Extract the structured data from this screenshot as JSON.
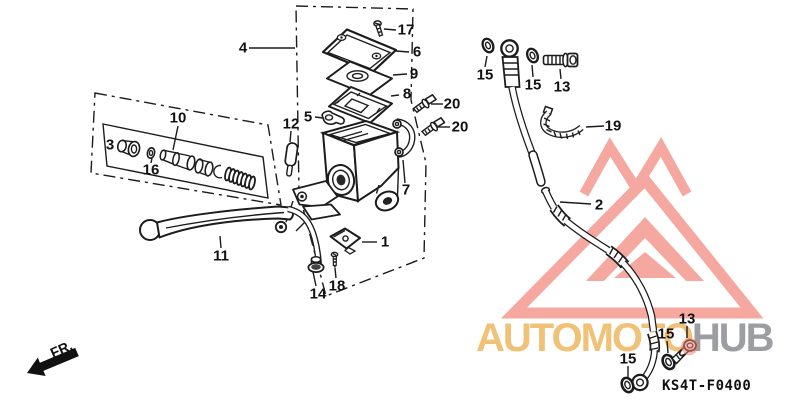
{
  "watermark": {
    "brand_first": "AUTOMOTO",
    "brand_second": "HUB",
    "brand_first_color": "#f0c277",
    "brand_second_color": "#9c9ea1",
    "logo_color": "#f5a89f"
  },
  "drawing": {
    "diagram_code": "KS4T-F0400",
    "direction_label": "FR."
  },
  "callouts": [
    {
      "part": "17"
    },
    {
      "part": "6"
    },
    {
      "part": "9"
    },
    {
      "part": "8"
    },
    {
      "part": "4"
    },
    {
      "part": "20"
    },
    {
      "part": "20"
    },
    {
      "part": "5"
    },
    {
      "part": "12"
    },
    {
      "part": "10"
    },
    {
      "part": "3"
    },
    {
      "part": "16"
    },
    {
      "part": "7"
    },
    {
      "part": "11"
    },
    {
      "part": "1"
    },
    {
      "part": "14"
    },
    {
      "part": "18"
    },
    {
      "part": "2"
    },
    {
      "part": "15"
    },
    {
      "part": "15"
    },
    {
      "part": "13"
    },
    {
      "part": "19"
    },
    {
      "part": "13"
    },
    {
      "part": "15"
    },
    {
      "part": "15"
    }
  ]
}
